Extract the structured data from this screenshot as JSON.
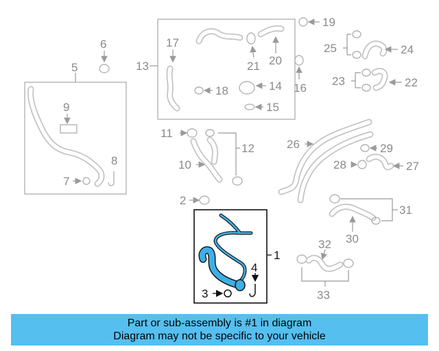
{
  "callouts": [
    "1",
    "2",
    "3",
    "4",
    "5",
    "6",
    "7",
    "8",
    "9",
    "10",
    "11",
    "12",
    "13",
    "14",
    "15",
    "16",
    "17",
    "18",
    "19",
    "20",
    "21",
    "22",
    "23",
    "24",
    "25",
    "26",
    "27",
    "28",
    "29",
    "30",
    "31",
    "32",
    "33"
  ],
  "banner": {
    "line1": "Part or sub-assembly is #1 in diagram",
    "line2": "Diagram may not be specific to your vehicle"
  },
  "colors": {
    "highlight": "#3bb0e6",
    "banner": "#55bff0"
  }
}
